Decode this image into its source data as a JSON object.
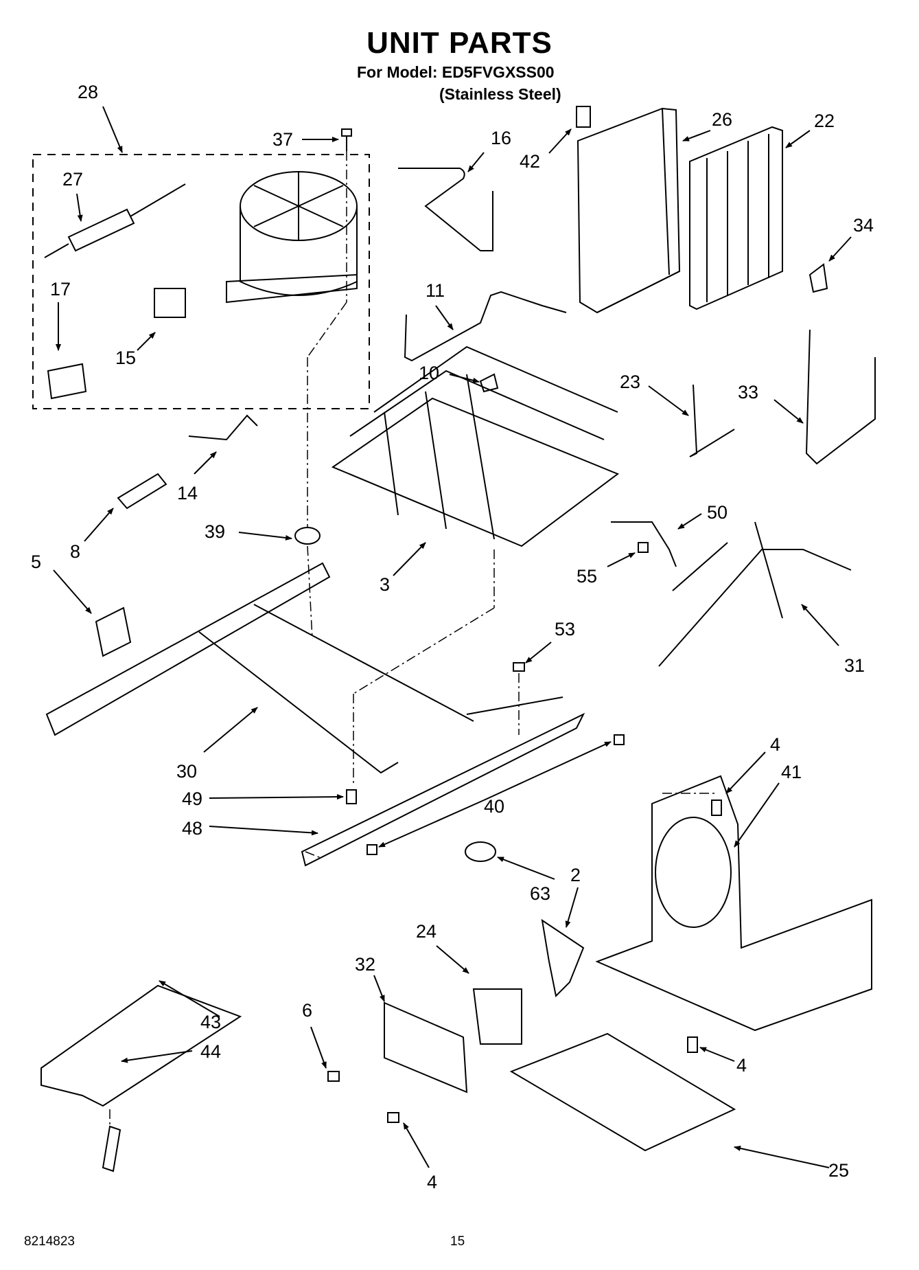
{
  "header": {
    "title": "UNIT PARTS",
    "model_line": "For Model: ED5FVGXSS00",
    "finish_line": "(Stainless Steel)"
  },
  "footer": {
    "doc_number": "8214823",
    "page_number": "15"
  },
  "callouts": {
    "c28": "28",
    "c37": "37",
    "c27": "27",
    "c17": "17",
    "c15": "15",
    "c16": "16",
    "c42": "42",
    "c26": "26",
    "c22": "22",
    "c34": "34",
    "c11": "11",
    "c10": "10",
    "c23": "23",
    "c33": "33",
    "c14": "14",
    "c8": "8",
    "c39": "39",
    "c5": "5",
    "c3": "3",
    "c50": "50",
    "c55": "55",
    "c31": "31",
    "c53": "53",
    "c30": "30",
    "c49": "49",
    "c48": "48",
    "c40": "40",
    "c4a": "4",
    "c41": "41",
    "c63": "63",
    "c2": "2",
    "c24": "24",
    "c32": "32",
    "c6": "6",
    "c43": "43",
    "c44": "44",
    "c4b": "4",
    "c4c": "4",
    "c25": "25"
  }
}
